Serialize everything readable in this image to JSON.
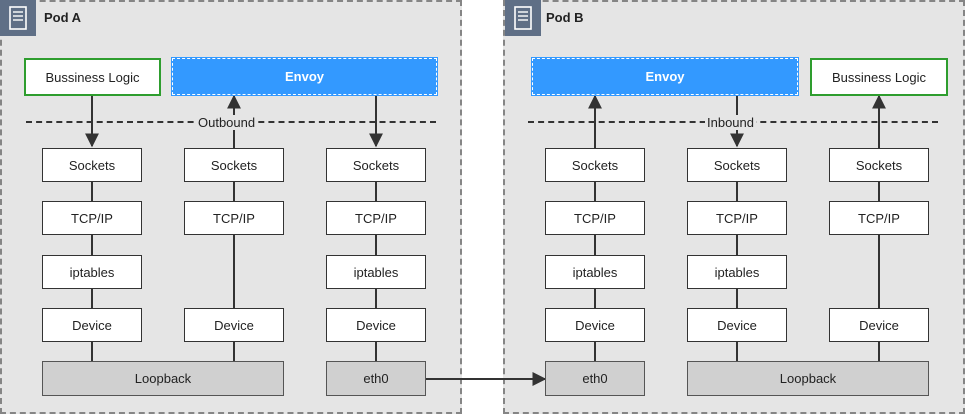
{
  "pods": [
    {
      "title": "Pod A",
      "business_logic": "Bussiness Logic",
      "envoy": "Envoy",
      "divider_label": "Outbound",
      "columns": [
        [
          "Sockets",
          "TCP/IP",
          "iptables",
          "Device"
        ],
        [
          "Sockets",
          "TCP/IP",
          "Device"
        ],
        [
          "Sockets",
          "TCP/IP",
          "iptables",
          "Device"
        ]
      ],
      "loopback": "Loopback",
      "eth0": "eth0"
    },
    {
      "title": "Pod B",
      "business_logic": "Bussiness Logic",
      "envoy": "Envoy",
      "divider_label": "Inbound",
      "columns": [
        [
          "Sockets",
          "TCP/IP",
          "iptables",
          "Device"
        ],
        [
          "Sockets",
          "TCP/IP",
          "iptables",
          "Device"
        ],
        [
          "Sockets",
          "TCP/IP",
          "Device"
        ]
      ],
      "loopback": "Loopback",
      "eth0": "eth0"
    }
  ],
  "icons": {
    "pod": "server-icon"
  },
  "colors": {
    "envoy": "#3399ff",
    "business_logic_border": "#2e9d2e",
    "pod_tag": "#5f6f86"
  }
}
